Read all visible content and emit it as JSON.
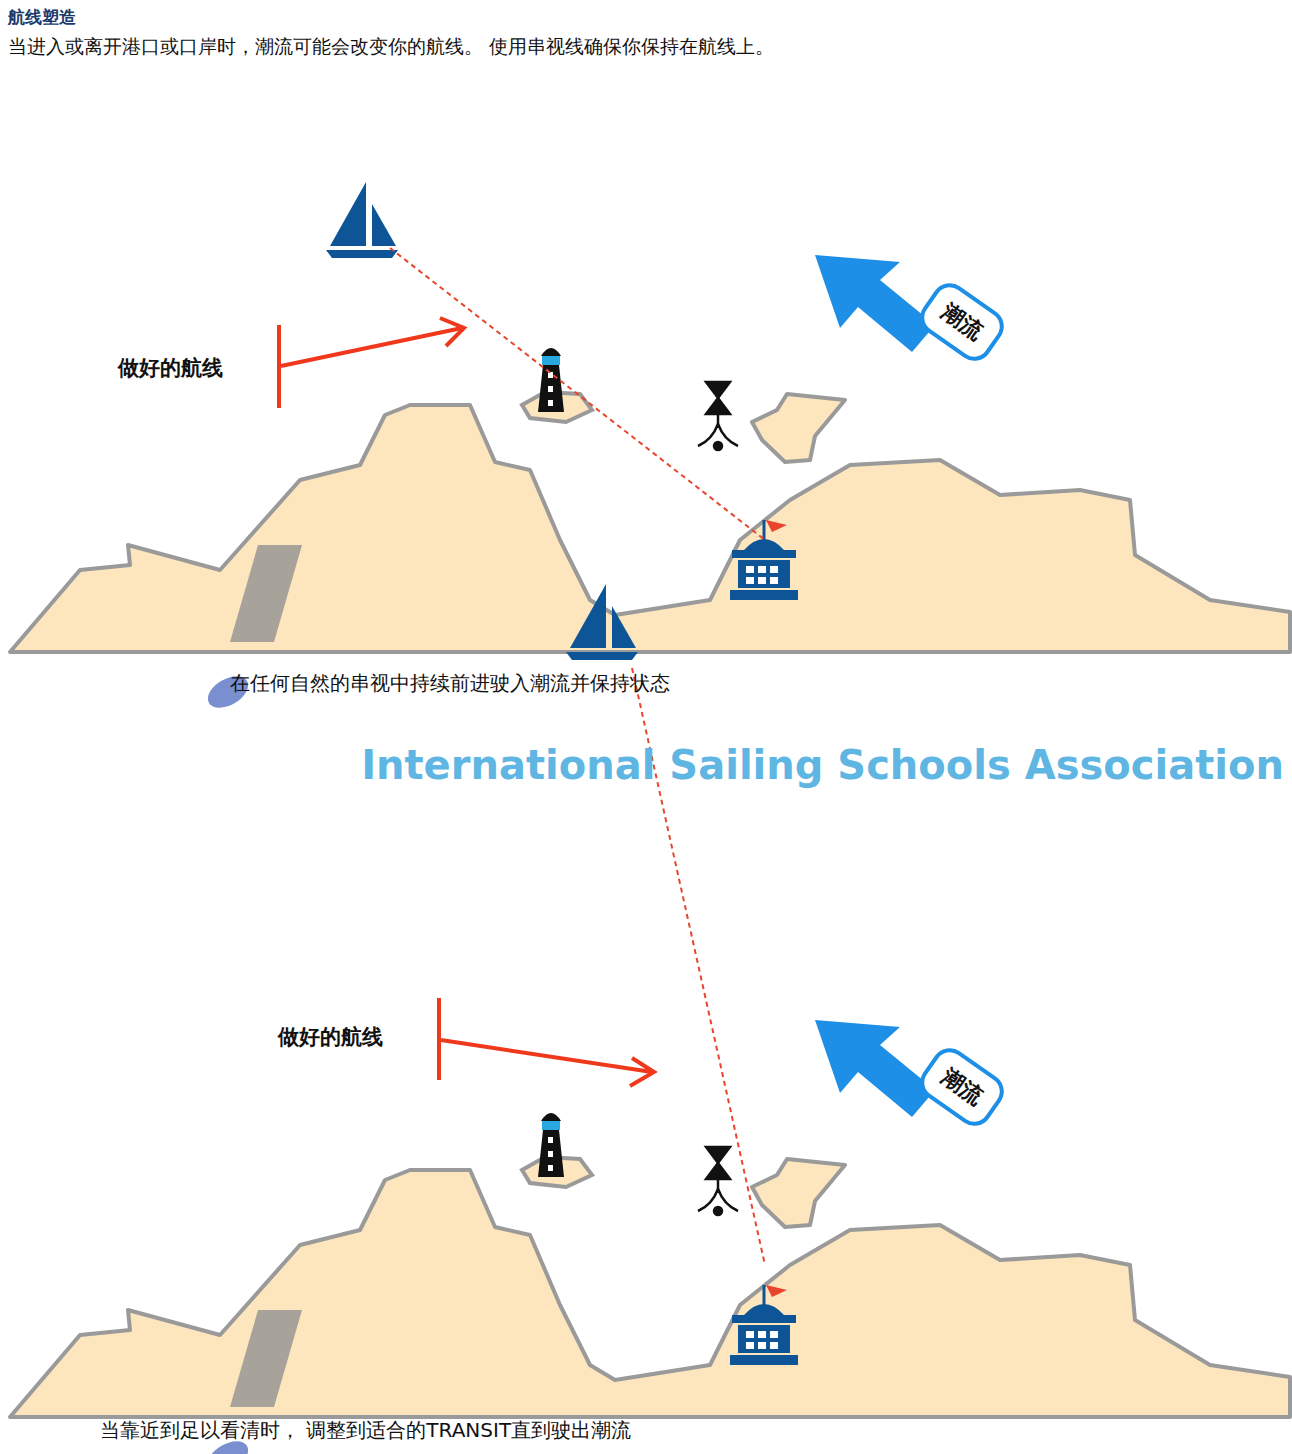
{
  "diagram": {
    "title": "航线塑造",
    "nodes": [
      {
        "text": [
          "潮流"
        ]
      },
      {
        "text": [
          "潮流"
        ]
      }
    ],
    "edges": [],
    "labels": [
      "当进入或离开港口或口岸时，潮流可能会改变你的航线。 使用串视线确保你保持在航线上。",
      "International Sailing Schools Association",
      "做好的航线",
      "在任何自然的串视中持续前进驶入潮流并保持状态",
      "做好的航线",
      "当靠近到足以看清时， 调整到适合的TRANSIT直到驶出潮流"
    ]
  }
}
